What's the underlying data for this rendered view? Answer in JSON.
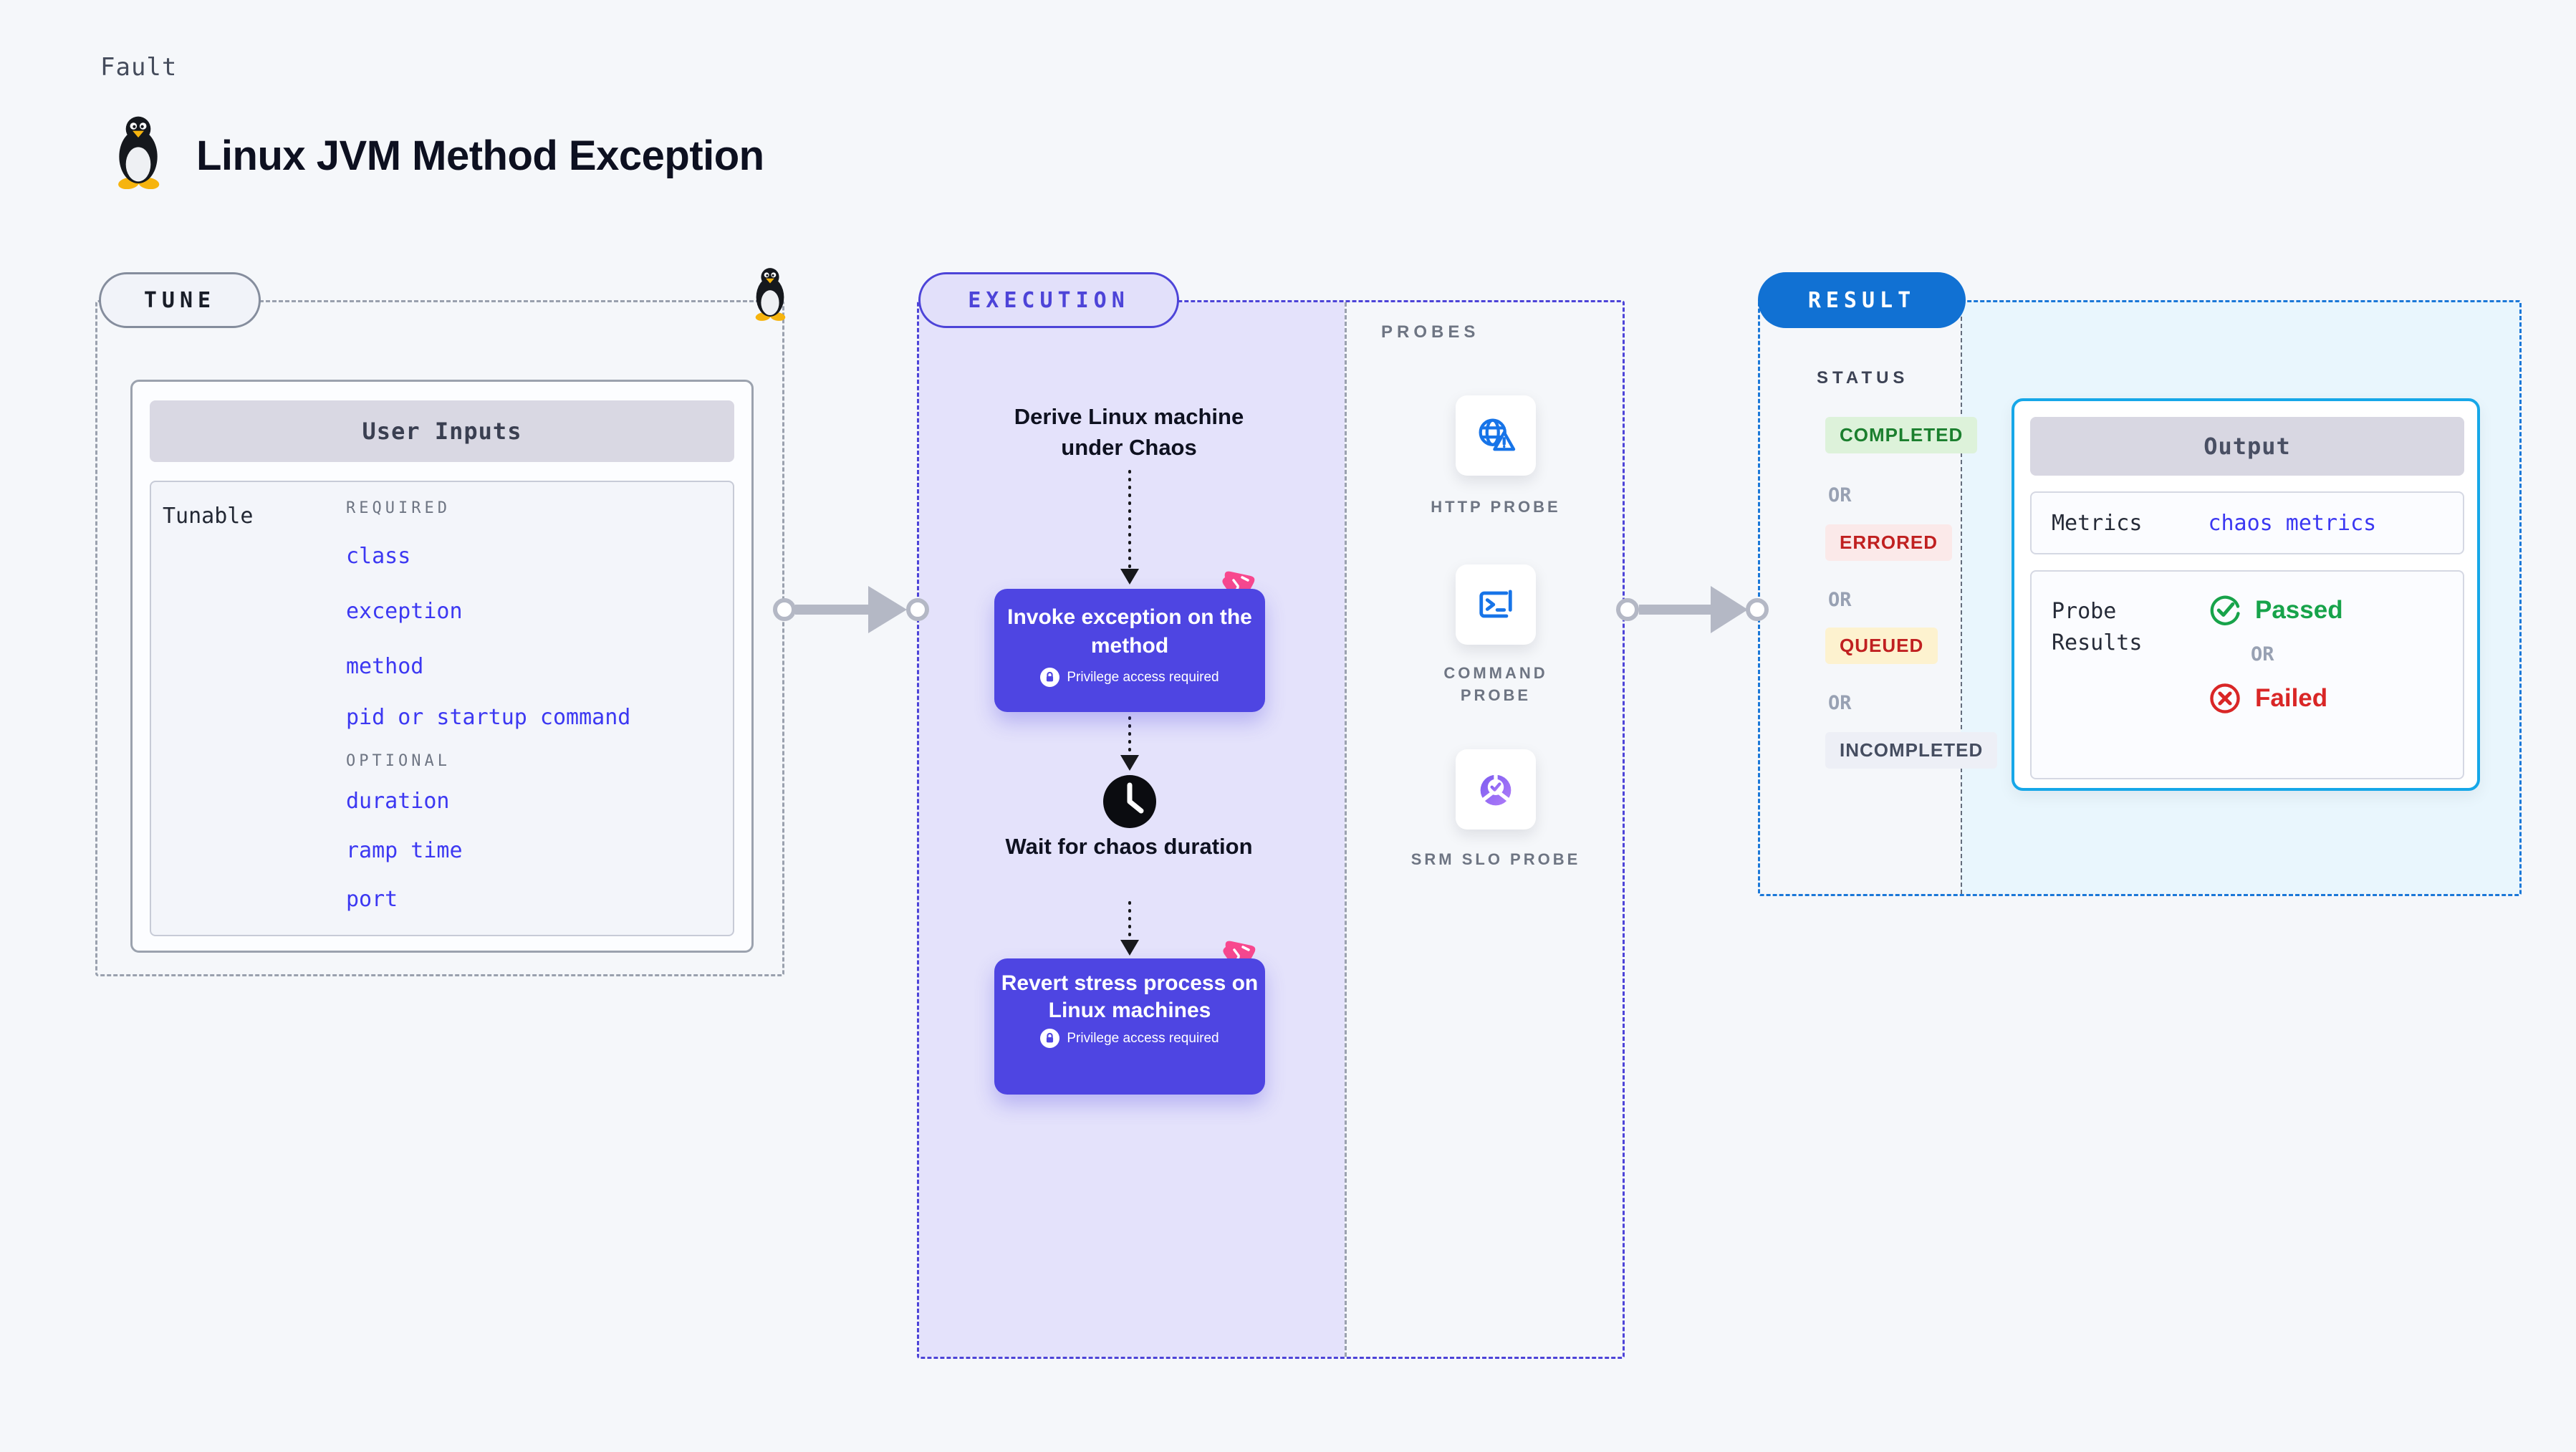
{
  "page": {
    "fault_label": "Fault",
    "title": "Linux JVM Method Exception"
  },
  "tune": {
    "section_label": "TUNE",
    "table_title": "User Inputs",
    "row_label": "Tunable",
    "required_label": "REQUIRED",
    "optional_label": "OPTIONAL",
    "required_items": [
      "class",
      "exception",
      "method",
      "pid or startup command"
    ],
    "optional_items": [
      "duration",
      "ramp time",
      "port"
    ]
  },
  "execution": {
    "section_label": "EXECUTION",
    "step_derive": "Derive Linux machine under Chaos",
    "invoke_step": {
      "title": "Invoke exception on the method",
      "badge": "Privilege access required"
    },
    "wait_step": "Wait for chaos duration",
    "revert_step": {
      "title": "Revert stress process on Linux machines",
      "badge": "Privilege access required"
    }
  },
  "probes": {
    "section_label": "PROBES",
    "items": [
      {
        "label": "HTTP PROBE",
        "icon": "globe-alert-icon"
      },
      {
        "label": "COMMAND PROBE",
        "icon": "terminal-icon"
      },
      {
        "label": "SRM SLO PROBE",
        "icon": "gauge-check-icon"
      }
    ]
  },
  "result": {
    "section_label": "RESULT",
    "status_label": "STATUS",
    "or_label": "OR",
    "statuses": [
      {
        "label": "COMPLETED",
        "color": "green"
      },
      {
        "label": "ERRORED",
        "color": "red"
      },
      {
        "label": "QUEUED",
        "color": "amber"
      },
      {
        "label": "INCOMPLETED",
        "color": "gray"
      }
    ],
    "output": {
      "title": "Output",
      "metrics_label": "Metrics",
      "metrics_value": "chaos metrics",
      "probe_results_label": "Probe Results",
      "passed_label": "Passed",
      "or_label": "OR",
      "failed_label": "Failed"
    }
  },
  "icons": {
    "title_icon": "linux-penguin-icon",
    "step_wait_icon": "clock-icon",
    "chaos_corner_icon": "chaos-experiment-icon",
    "privilege_icon": "lock-icon",
    "passed_icon": "check-circle-icon",
    "failed_icon": "x-circle-icon"
  },
  "colors": {
    "page_bg": "#f5f7fa",
    "indigo_accent": "#4d44d8",
    "execution_fill": "#e4e2fb",
    "result_blue": "#1171d3",
    "output_border_cyan": "#16a7e8",
    "result_fill": "#e9f6fd",
    "link_blue": "#3c38f2",
    "chaos_pink": "#f8488e",
    "passed_green": "#17a34a",
    "failed_red": "#d92626",
    "connector_gray": "#b4b8c5"
  }
}
